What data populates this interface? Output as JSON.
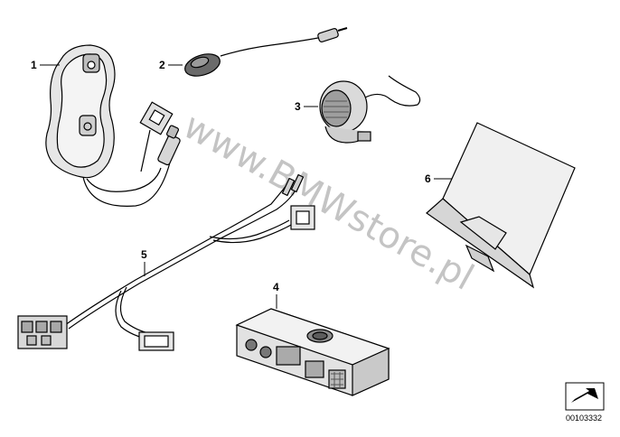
{
  "parts": [
    {
      "callout": "1",
      "icon": "phone-cradle-icon"
    },
    {
      "callout": "2",
      "icon": "microphone-icon"
    },
    {
      "callout": "3",
      "icon": "speaker-icon"
    },
    {
      "callout": "4",
      "icon": "control-unit-icon"
    },
    {
      "callout": "5",
      "icon": "wiring-harness-icon"
    },
    {
      "callout": "6",
      "icon": "holder-plate-icon"
    }
  ],
  "watermark": "www.BMWstore.pl",
  "diagram_number": "00103332",
  "corner_icon": "arrow-direction-icon"
}
